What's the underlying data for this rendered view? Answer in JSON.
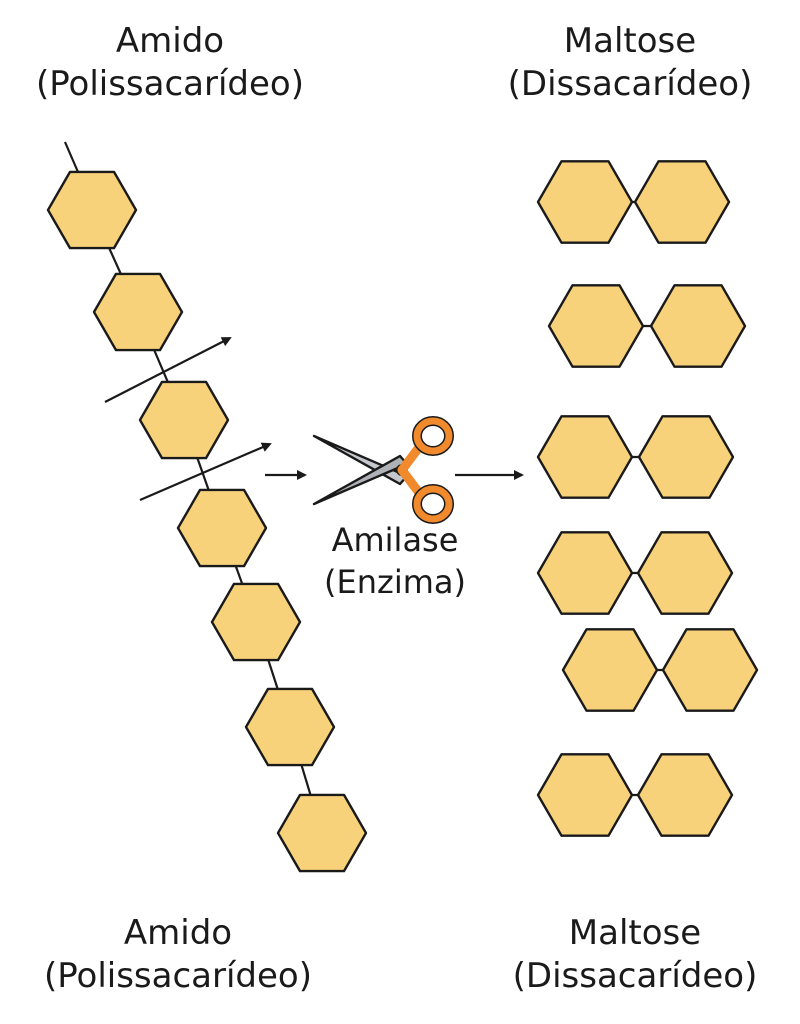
{
  "labels": {
    "top_left": {
      "line1": "Amido",
      "line2": "(Polissacarídeo)"
    },
    "top_right": {
      "line1": "Maltose",
      "line2": "(Dissacarídeo)"
    },
    "bottom_left": {
      "line1": "Amido",
      "line2": "(Polissacarídeo)"
    },
    "bottom_right": {
      "line1": "Maltose",
      "line2": "(Dissacarídeo)"
    },
    "enzyme": {
      "line1": "Amilase",
      "line2": "(Enzima)"
    }
  },
  "colors": {
    "hex_fill": "#f8d27a",
    "hex_stroke": "#1a1a1a",
    "scissor_handle": "#f08a2c",
    "scissor_blade": "#b9bcc0",
    "arrow": "#1a1a1a"
  },
  "icons": {
    "scissors": "scissors-icon"
  }
}
